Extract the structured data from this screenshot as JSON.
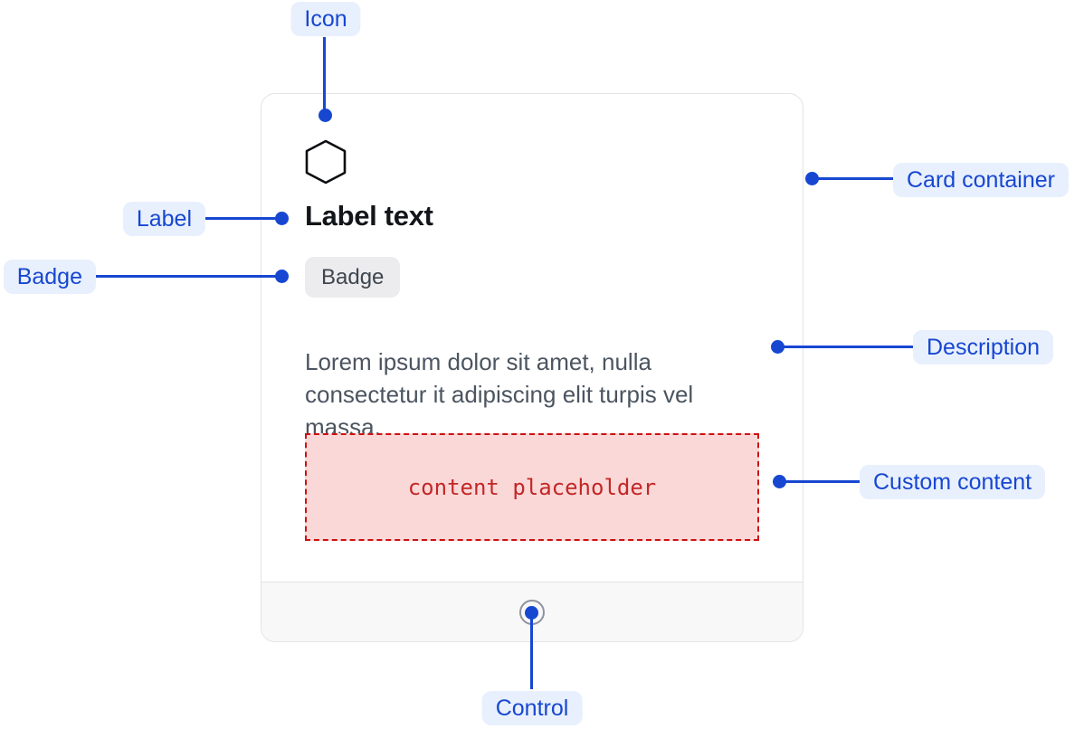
{
  "annotations": {
    "icon": "Icon",
    "label": "Label",
    "badge": "Badge",
    "card_container": "Card container",
    "description": "Description",
    "custom_content": "Custom content",
    "control": "Control"
  },
  "card": {
    "icon": "hexagon-icon",
    "label_text": "Label text",
    "badge_text": "Badge",
    "description": "Lorem ipsum dolor sit amet, nulla consectetur it adipiscing elit turpis vel massa.",
    "custom_content_placeholder": "content placeholder",
    "control_icon": "circle-button-icon"
  },
  "colors": {
    "annotation_blue": "#1747d1",
    "annotation_pill_bg": "#e8f0fd",
    "card_border": "#e3e3e7",
    "footer_bg": "#f8f8f9",
    "badge_bg": "#ececee",
    "badge_text": "#3e4650",
    "description_text": "#4b5560",
    "placeholder_bg": "#fbd8d8",
    "placeholder_border": "#cc1111",
    "placeholder_text": "#c32727"
  }
}
